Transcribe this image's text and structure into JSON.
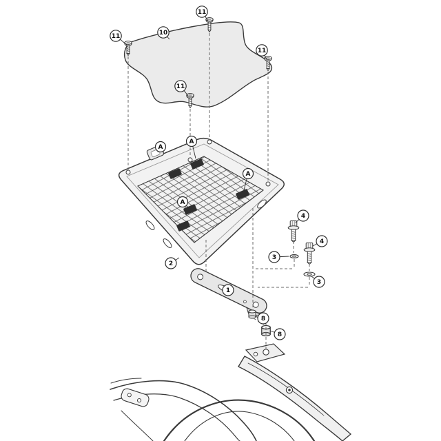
{
  "figure": {
    "type": "exploded-assembly-diagram",
    "background": "#ffffff",
    "colors": {
      "line": "#3a3a3a",
      "cover_fill": "#ebebeb",
      "plate_fill": "#f2f2f2",
      "pad_fill": "#2f2f2f"
    }
  },
  "callouts": [
    {
      "label": "11"
    },
    {
      "label": "10"
    },
    {
      "label": "11"
    },
    {
      "label": "11"
    },
    {
      "label": "11"
    },
    {
      "label": "A"
    },
    {
      "label": "A"
    },
    {
      "label": "A"
    },
    {
      "label": "A"
    },
    {
      "label": "2"
    },
    {
      "label": "1"
    },
    {
      "label": "4"
    },
    {
      "label": "4"
    },
    {
      "label": "3"
    },
    {
      "label": "3"
    },
    {
      "label": "8"
    },
    {
      "label": "8"
    }
  ]
}
